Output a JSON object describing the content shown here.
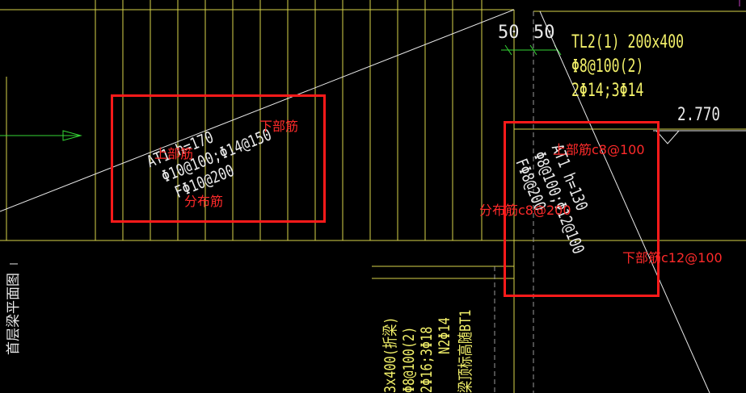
{
  "drawing": {
    "dims": {
      "left": "50",
      "right": "50"
    },
    "tl2": {
      "line1": "TL2(1) 200x400",
      "line2": "Φ8@100(2)",
      "line3": "2Φ14;3Φ14"
    },
    "elevation": "2.770",
    "at1": {
      "line1": "AT1 h=170",
      "line2": "Φ10@100;Φ14@150",
      "line3": "FΦ10@200"
    },
    "right_stair": {
      "line1": "AT1 h=130",
      "line2": "Φ8@100;Φ12@100",
      "line3": "FΦ8@200"
    },
    "bottom_beam": {
      "line1": "3x400(折梁)",
      "line2": "Φ8@100(2)",
      "line3": "2Φ16;3Φ18",
      "line4": "N2Φ14",
      "line5": "梁顶标高随BT1"
    },
    "left_vertical": "首层梁平面图"
  },
  "annotations": {
    "box1": {
      "top_rebar": "上部筋",
      "bottom_rebar": "下部筋",
      "distribution": "分布筋"
    },
    "box2": {
      "top_rebar": "上部筋c8@100",
      "distribution": "分布筋c8@200",
      "bottom_rebar": "下部筋c12@100"
    }
  },
  "colors": {
    "cad_yellow": "#f3f16a",
    "cad_white": "#e9e9e9",
    "cad_green": "#35d635",
    "markup_red": "#ff1a1a"
  }
}
